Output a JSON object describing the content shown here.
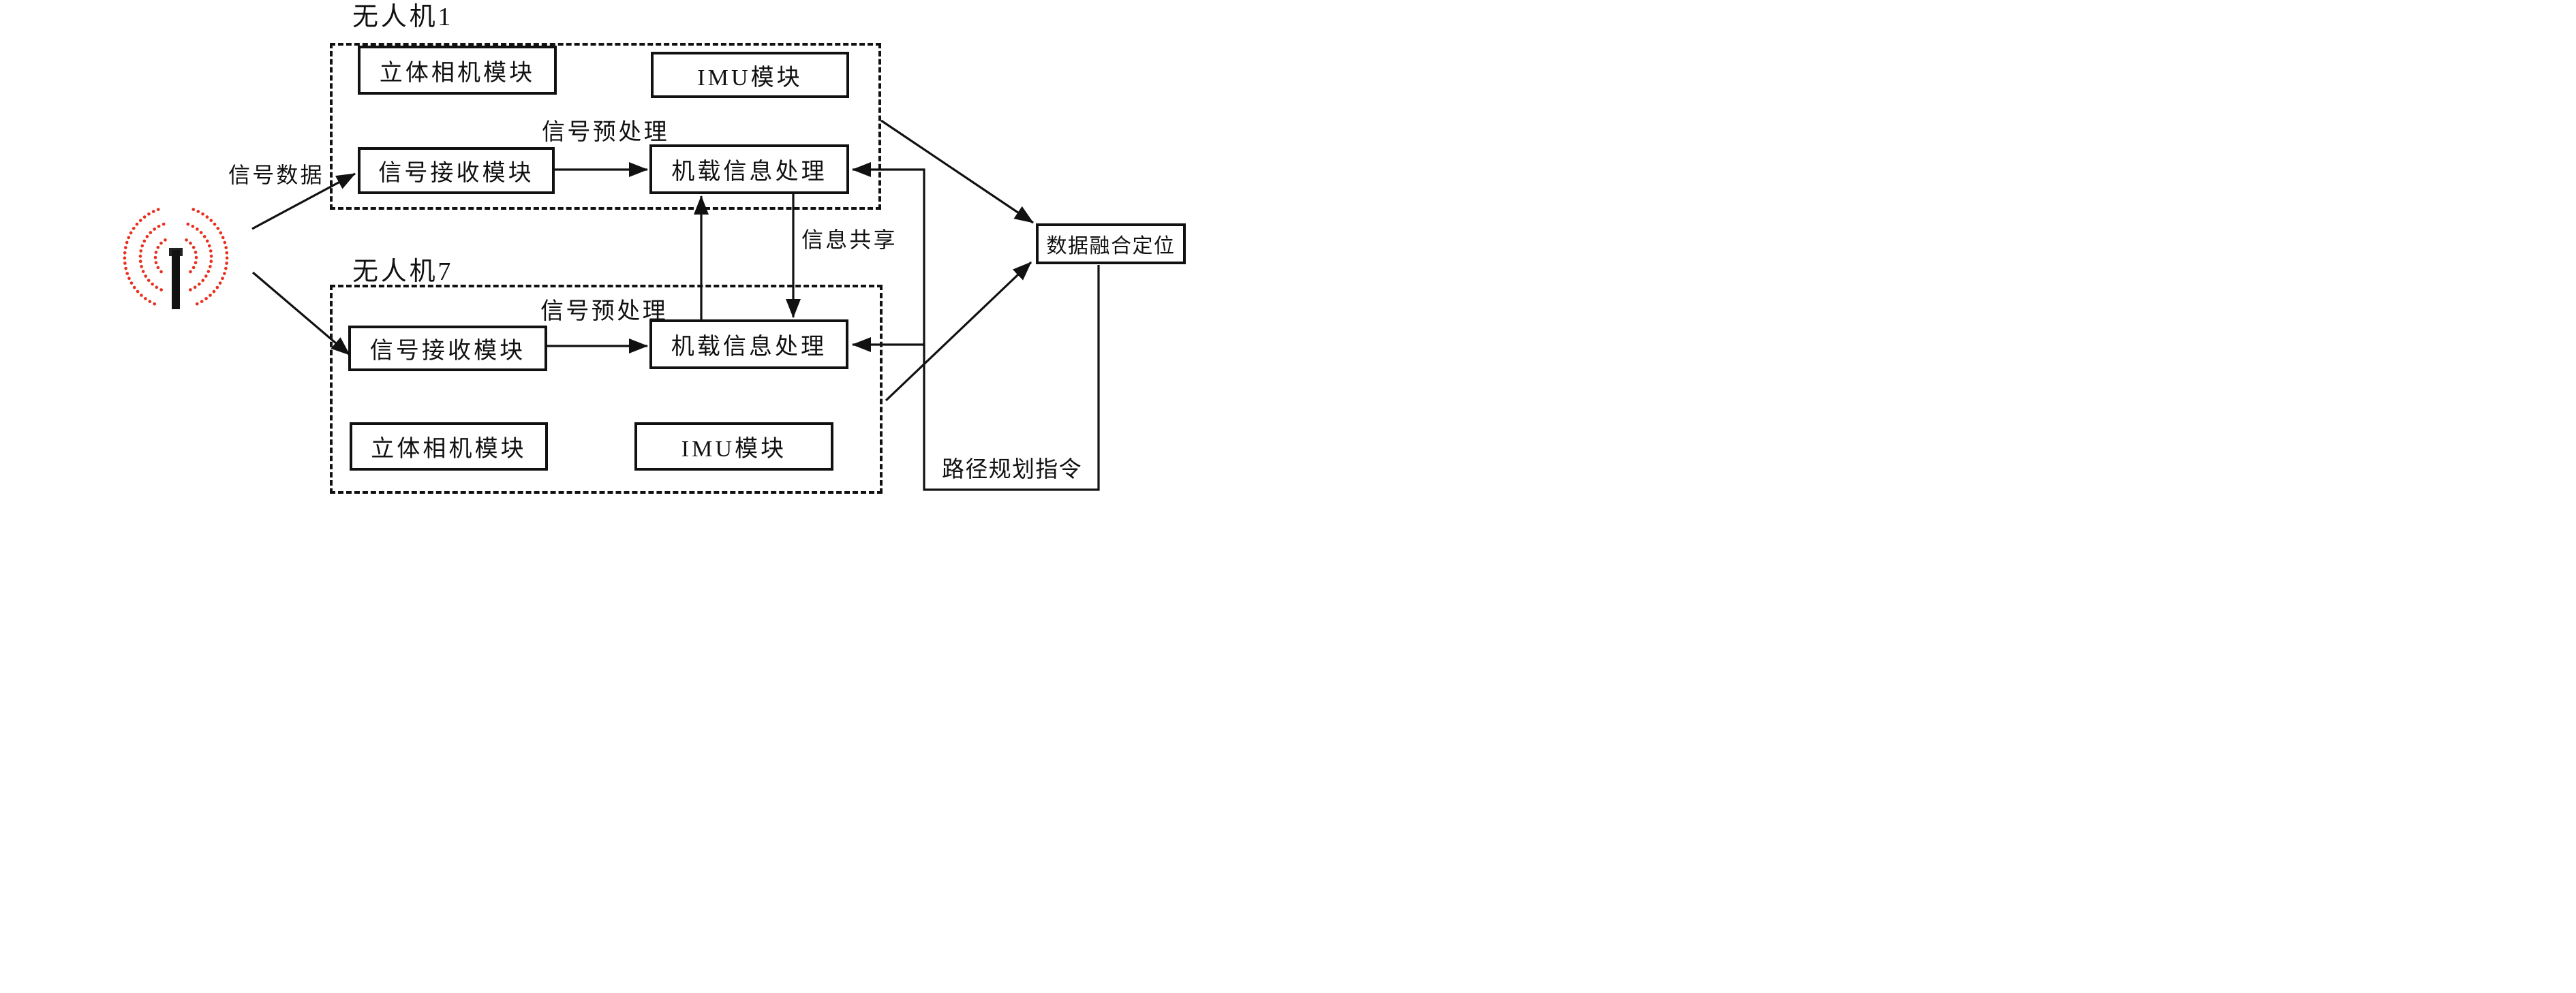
{
  "colors": {
    "ink": "#111111",
    "antenna_red": "#e8301f"
  },
  "icons": {
    "antenna": "wireless-signal-antenna-icon"
  },
  "uav1": {
    "title": "无人机1",
    "camera": "立体相机模块",
    "imu": "IMU模块",
    "receiver": "信号接收模块",
    "processor": "机载信息处理",
    "preprocess": "信号预处理"
  },
  "uav7": {
    "title": "无人机7",
    "camera": "立体相机模块",
    "imu": "IMU模块",
    "receiver": "信号接收模块",
    "processor": "机载信息处理",
    "preprocess": "信号预处理"
  },
  "fusion": {
    "label": "数据融合定位"
  },
  "annotations": {
    "signal_data": "信号数据",
    "info_share": "信息共享",
    "path_plan": "路径规划指令"
  }
}
